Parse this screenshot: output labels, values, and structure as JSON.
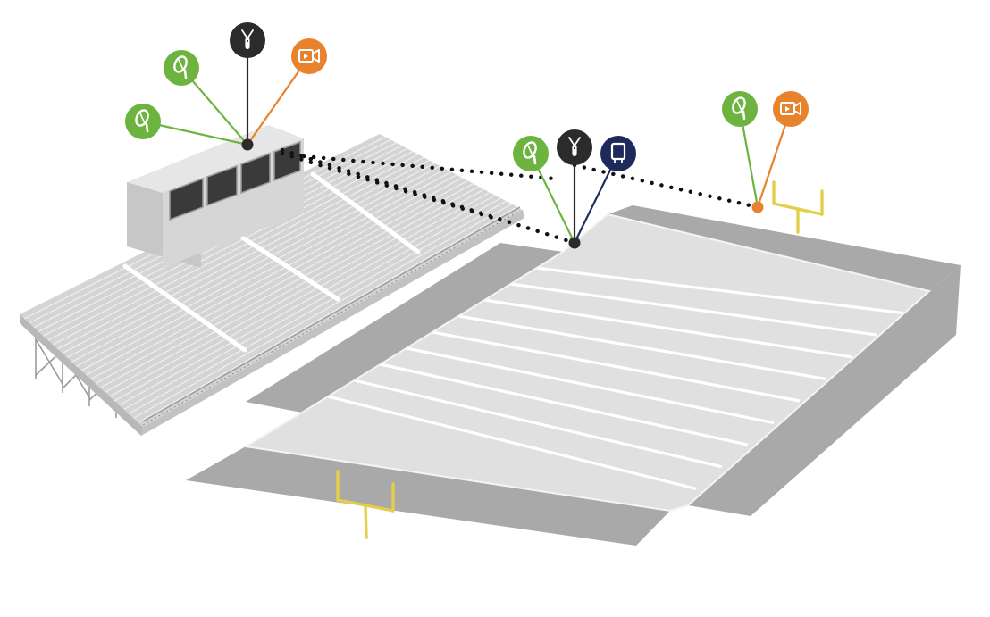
{
  "diagram": {
    "background": "#ffffff",
    "colors": {
      "green": "#6db33f",
      "black": "#2b2b2b",
      "orange": "#e8822d",
      "navy": "#1f2a5c",
      "goalpost": "#e3cf4a",
      "field_light": "#dedede",
      "field_dark": "#a8a8a8",
      "stand": "#d3d3d3",
      "stand_dark": "#b9b9b9",
      "booth": "#d8d8d8"
    },
    "marker_groups": [
      {
        "name": "press-box",
        "markers": [
          {
            "icon": "broadcast-antenna-icon",
            "color": "green"
          },
          {
            "icon": "broadcast-antenna-icon",
            "color": "green"
          },
          {
            "icon": "lavalier-microphone-icon",
            "color": "black"
          },
          {
            "icon": "video-camera-icon",
            "color": "orange"
          }
        ]
      },
      {
        "name": "sideline",
        "markers": [
          {
            "icon": "broadcast-antenna-icon",
            "color": "green"
          },
          {
            "icon": "lavalier-microphone-icon",
            "color": "black"
          },
          {
            "icon": "bodypack-transmitter-icon",
            "color": "navy"
          }
        ]
      },
      {
        "name": "endzone",
        "markers": [
          {
            "icon": "broadcast-antenna-icon",
            "color": "green"
          },
          {
            "icon": "video-camera-icon",
            "color": "orange"
          }
        ]
      }
    ]
  }
}
